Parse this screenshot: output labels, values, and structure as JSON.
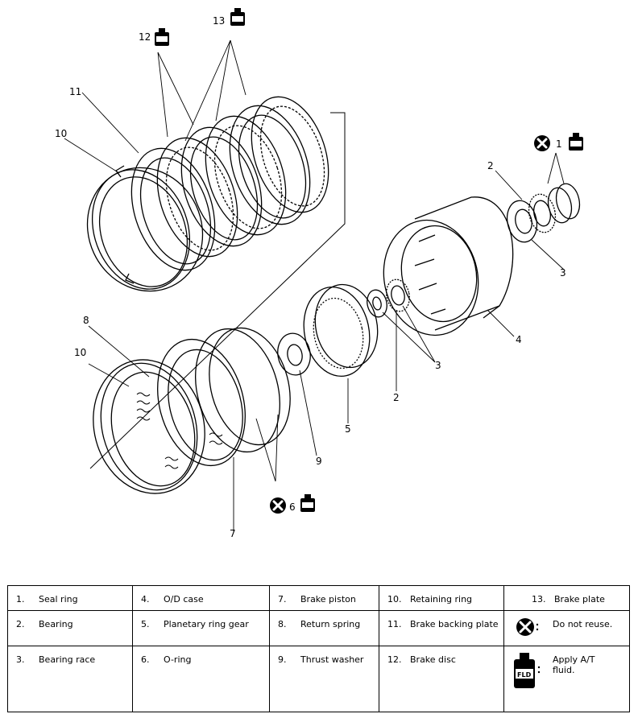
{
  "callouts": {
    "c1": "1",
    "c2a": "2",
    "c2b": "2",
    "c3a": "3",
    "c3b": "3",
    "c4": "4",
    "c5": "5",
    "c6": "6",
    "c7": "7",
    "c8": "8",
    "c9": "9",
    "c10a": "10",
    "c10b": "10",
    "c11": "11",
    "c12": "12",
    "c13": "13"
  },
  "fld_icon_text": "FLD",
  "legend": {
    "rows": [
      [
        {
          "num": "1.",
          "label": "Seal ring"
        },
        {
          "num": "4.",
          "label": "O/D case"
        },
        {
          "num": "7.",
          "label": "Brake piston"
        },
        {
          "num": "10.",
          "label": "Retaining ring"
        },
        {
          "num": "13.",
          "label": "Brake plate"
        }
      ],
      [
        {
          "num": "2.",
          "label": "Bearing"
        },
        {
          "num": "5.",
          "label": "Planetary ring gear"
        },
        {
          "num": "8.",
          "label": "Return spring"
        },
        {
          "num": "11.",
          "label": "Brake backing plate"
        },
        {
          "symbol": "do-not-reuse-icon",
          "label": "Do not reuse."
        }
      ],
      [
        {
          "num": "3.",
          "label": "Bearing race"
        },
        {
          "num": "6.",
          "label": "O-ring"
        },
        {
          "num": "9.",
          "label": "Thrust washer"
        },
        {
          "num": "12.",
          "label": "Brake disc"
        },
        {
          "symbol": "fld-bottle-icon",
          "label": "Apply A/T fluid."
        }
      ]
    ]
  }
}
